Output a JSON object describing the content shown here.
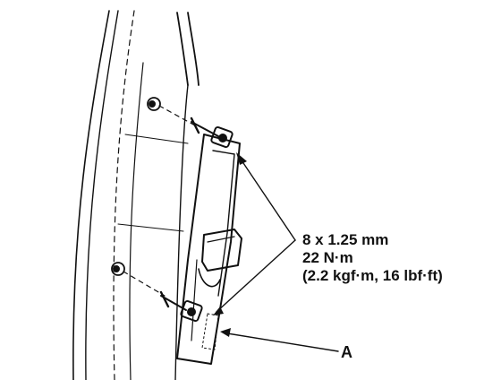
{
  "callouts": {
    "fastener_spec": {
      "size": "8 x 1.25 mm",
      "torque_nm": "22 N·m",
      "torque_alt": "(2.2 kgf·m, 16 lbf·ft)"
    },
    "part_label": "A"
  },
  "colors": {
    "line": "#111111",
    "background": "#ffffff"
  }
}
